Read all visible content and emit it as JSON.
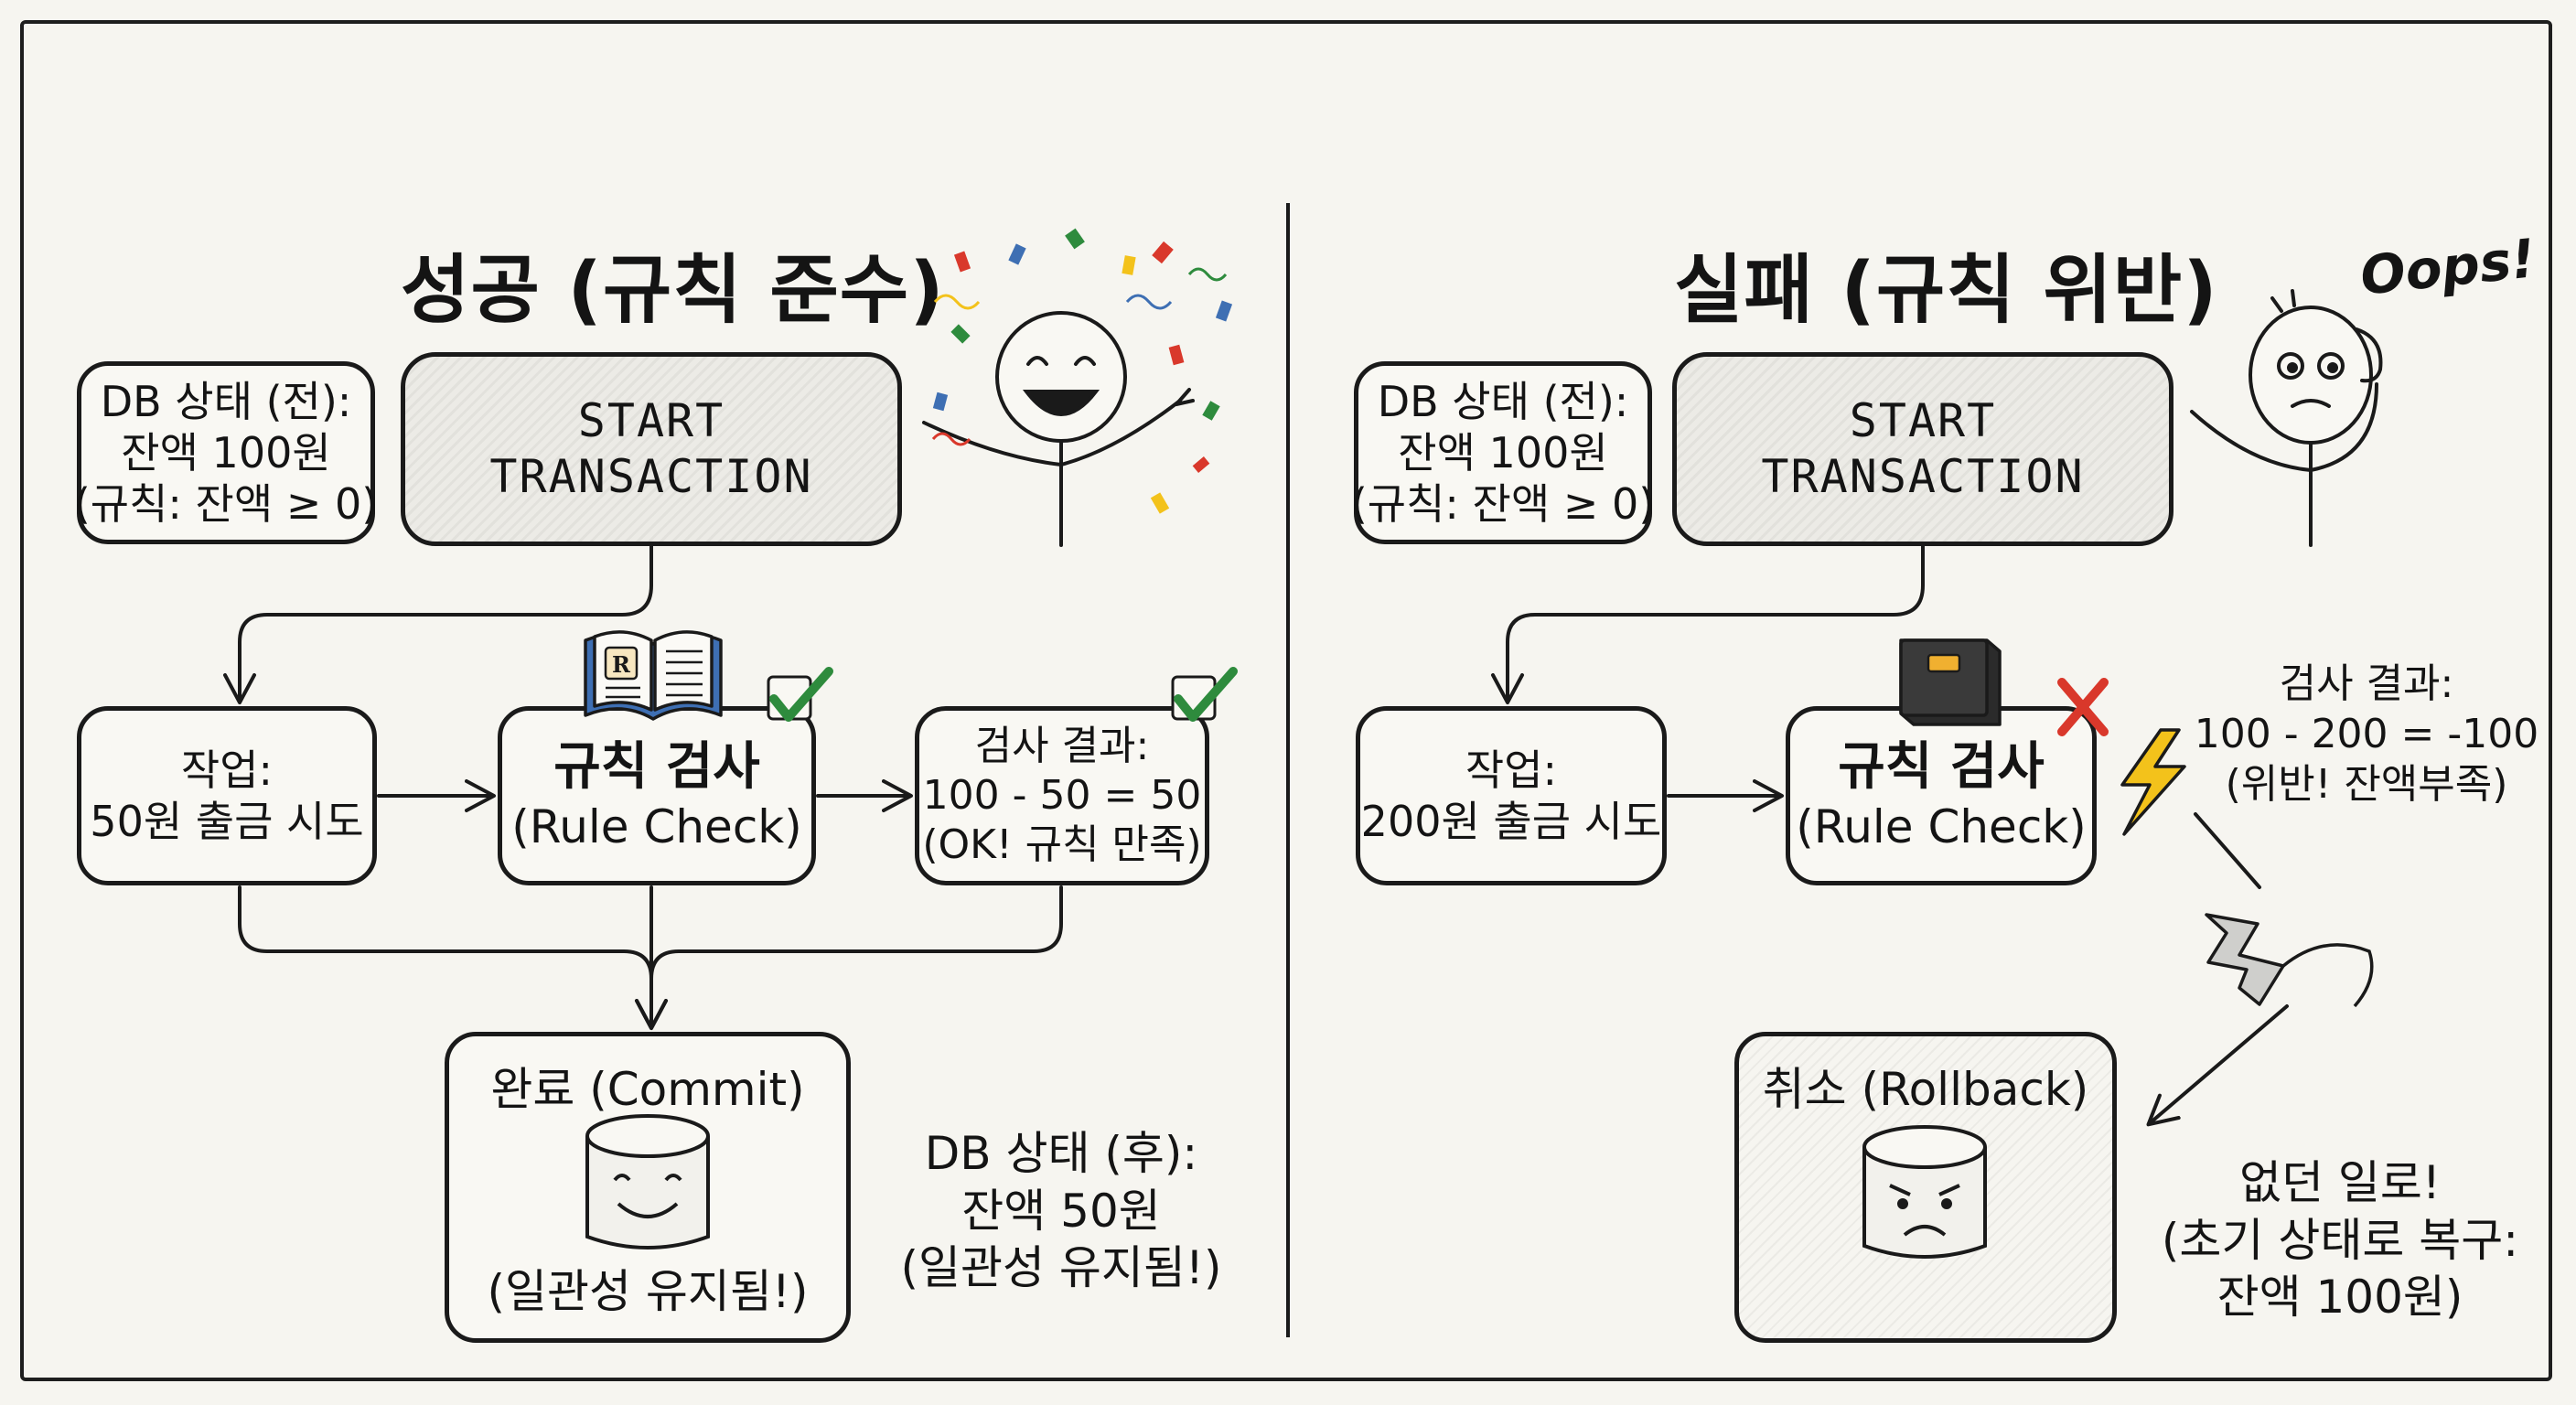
{
  "success": {
    "title": "성공 (규칙 준수)",
    "db_before": [
      "DB 상태 (전):",
      "잔액 100원",
      "(규칙: 잔액 ≥ 0)"
    ],
    "start": [
      "START",
      "TRANSACTION"
    ],
    "task": [
      "작업:",
      "50원 출금 시도"
    ],
    "rule_check": [
      "규칙 검사",
      "(Rule Check)"
    ],
    "result": [
      "검사 결과:",
      "100 - 50 = 50",
      "(OK! 규칙 만족)"
    ],
    "commit": {
      "label": "완료 (Commit)",
      "caption": "(일관성 유지됨!)"
    },
    "db_after": [
      "DB 상태 (후):",
      "잔액 50원",
      "(일관성 유지됨!)"
    ]
  },
  "failure": {
    "title": "실패 (규칙 위반)",
    "exclamation": "Oops!",
    "db_before": [
      "DB 상태 (전):",
      "잔액 100원",
      "(규칙: 잔액 ≥ 0)"
    ],
    "start": [
      "START",
      "TRANSACTION"
    ],
    "task": [
      "작업:",
      "200원 출금 시도"
    ],
    "rule_check": [
      "규칙 검사",
      "(Rule Check)"
    ],
    "result": [
      "검사 결과:",
      "100 - 200 = -100",
      "(위반! 잔액부족)"
    ],
    "rollback": {
      "label": "취소 (Rollback)"
    },
    "restored": [
      "없던 일로!",
      "(초기 상태로 복구:",
      "잔액 100원)"
    ]
  },
  "icons": {
    "book_letter": "R",
    "colors": {
      "check": "#2e8b3d",
      "cross": "#d9382b",
      "lightning": "#f3c21b",
      "book_blue": "#3e6fb3",
      "book_dark": "#3a3a3a",
      "book_tab": "#f0b030"
    }
  }
}
